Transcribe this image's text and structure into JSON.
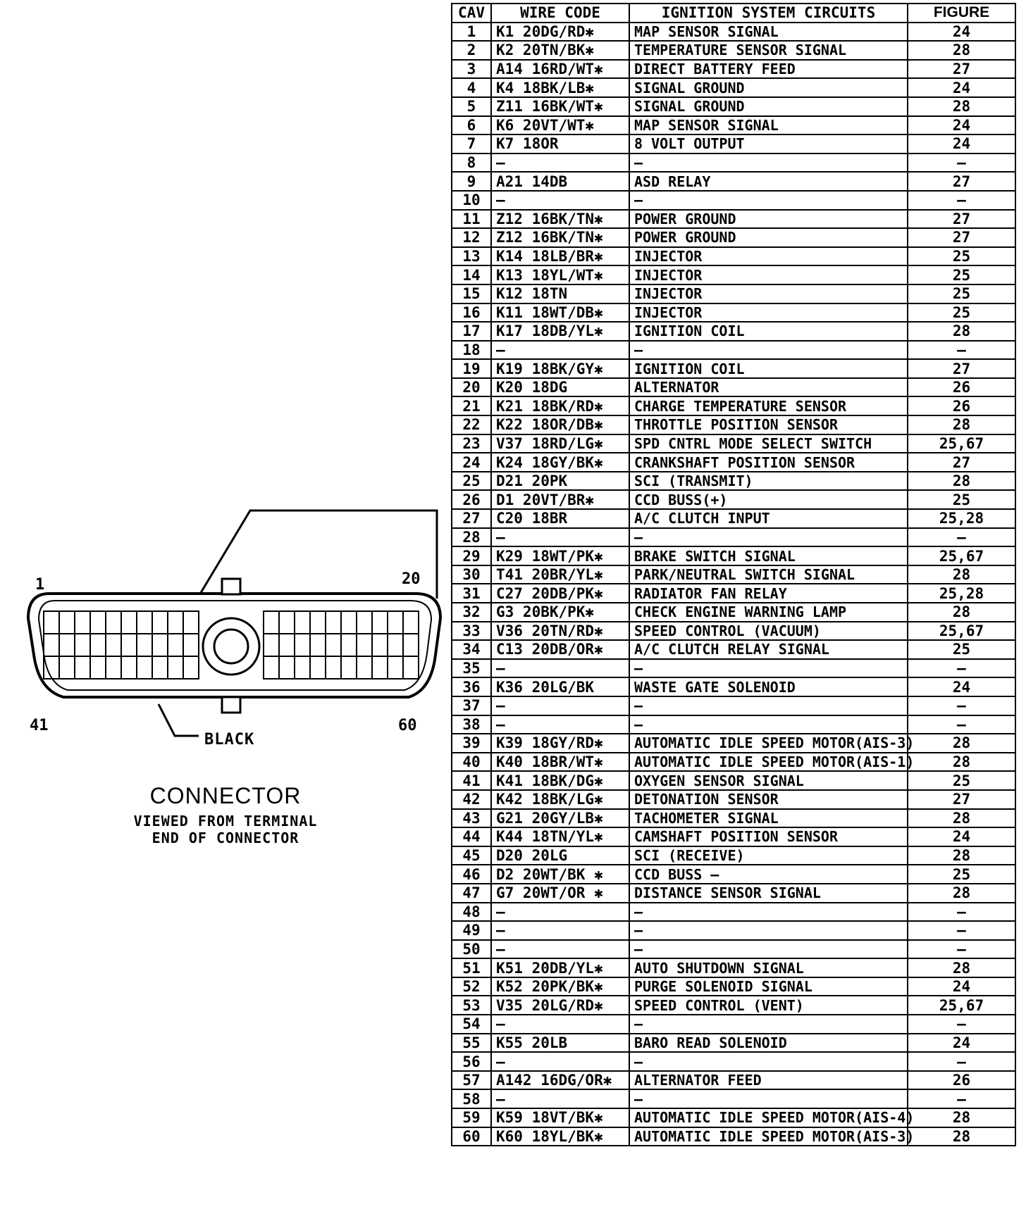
{
  "table": {
    "headers": [
      "CAV",
      "WIRE CODE",
      "IGNITION SYSTEM CIRCUITS",
      "FIGURE"
    ],
    "rows": [
      {
        "cav": "1",
        "wire": "K1 20DG/RD✱",
        "circuit": "MAP SENSOR SIGNAL",
        "figure": "24"
      },
      {
        "cav": "2",
        "wire": "K2 20TN/BK✱",
        "circuit": "TEMPERATURE SENSOR SIGNAL",
        "figure": "28"
      },
      {
        "cav": "3",
        "wire": "A14 16RD/WT✱",
        "circuit": "DIRECT BATTERY FEED",
        "figure": "27"
      },
      {
        "cav": "4",
        "wire": "K4 18BK/LB✱",
        "circuit": "SIGNAL GROUND",
        "figure": "24"
      },
      {
        "cav": "5",
        "wire": "Z11 16BK/WT✱",
        "circuit": "SIGNAL GROUND",
        "figure": "28"
      },
      {
        "cav": "6",
        "wire": "K6 20VT/WT✱",
        "circuit": "MAP SENSOR SIGNAL",
        "figure": "24"
      },
      {
        "cav": "7",
        "wire": "K7 18OR",
        "circuit": "8 VOLT OUTPUT",
        "figure": "24"
      },
      {
        "cav": "8",
        "wire": "—",
        "circuit": "—",
        "figure": "—"
      },
      {
        "cav": "9",
        "wire": "A21 14DB",
        "circuit": "ASD RELAY",
        "figure": "27"
      },
      {
        "cav": "10",
        "wire": "—",
        "circuit": "—",
        "figure": "—"
      },
      {
        "cav": "11",
        "wire": "Z12 16BK/TN✱",
        "circuit": "POWER GROUND",
        "figure": "27"
      },
      {
        "cav": "12",
        "wire": "Z12 16BK/TN✱",
        "circuit": "POWER GROUND",
        "figure": "27"
      },
      {
        "cav": "13",
        "wire": "K14 18LB/BR✱",
        "circuit": "INJECTOR",
        "figure": "25"
      },
      {
        "cav": "14",
        "wire": "K13 18YL/WT✱",
        "circuit": "INJECTOR",
        "figure": "25"
      },
      {
        "cav": "15",
        "wire": "K12 18TN",
        "circuit": "INJECTOR",
        "figure": "25"
      },
      {
        "cav": "16",
        "wire": "K11 18WT/DB✱",
        "circuit": "INJECTOR",
        "figure": "25"
      },
      {
        "cav": "17",
        "wire": "K17 18DB/YL✱",
        "circuit": "IGNITION COIL",
        "figure": "28"
      },
      {
        "cav": "18",
        "wire": "—",
        "circuit": "—",
        "figure": "—"
      },
      {
        "cav": "19",
        "wire": "K19 18BK/GY✱",
        "circuit": "IGNITION COIL",
        "figure": "27"
      },
      {
        "cav": "20",
        "wire": "K20 18DG",
        "circuit": "ALTERNATOR",
        "figure": "26"
      },
      {
        "cav": "21",
        "wire": "K21 18BK/RD✱",
        "circuit": "CHARGE TEMPERATURE SENSOR",
        "figure": "26"
      },
      {
        "cav": "22",
        "wire": "K22 18OR/DB✱",
        "circuit": "THROTTLE POSITION SENSOR",
        "figure": "28"
      },
      {
        "cav": "23",
        "wire": "V37 18RD/LG✱",
        "circuit": "SPD CNTRL MODE SELECT SWITCH",
        "figure": "25,67"
      },
      {
        "cav": "24",
        "wire": "K24 18GY/BK✱",
        "circuit": "CRANKSHAFT POSITION SENSOR",
        "figure": "27"
      },
      {
        "cav": "25",
        "wire": "D21 20PK",
        "circuit": "SCI (TRANSMIT)",
        "figure": "28"
      },
      {
        "cav": "26",
        "wire": "D1 20VT/BR✱",
        "circuit": "CCD BUSS(+)",
        "figure": "25"
      },
      {
        "cav": "27",
        "wire": "C20 18BR",
        "circuit": "A/C CLUTCH INPUT",
        "figure": "25,28"
      },
      {
        "cav": "28",
        "wire": "—",
        "circuit": "—",
        "figure": "—"
      },
      {
        "cav": "29",
        "wire": "K29 18WT/PK✱",
        "circuit": "BRAKE SWITCH SIGNAL",
        "figure": "25,67"
      },
      {
        "cav": "30",
        "wire": "T41 20BR/YL✱",
        "circuit": "PARK/NEUTRAL SWITCH SIGNAL",
        "figure": "28"
      },
      {
        "cav": "31",
        "wire": "C27 20DB/PK✱",
        "circuit": "RADIATOR FAN RELAY",
        "figure": "25,28"
      },
      {
        "cav": "32",
        "wire": "G3 20BK/PK✱",
        "circuit": "CHECK ENGINE WARNING LAMP",
        "figure": "28"
      },
      {
        "cav": "33",
        "wire": "V36 20TN/RD✱",
        "circuit": "SPEED CONTROL (VACUUM)",
        "figure": "25,67"
      },
      {
        "cav": "34",
        "wire": "C13 20DB/OR✱",
        "circuit": "A/C CLUTCH RELAY SIGNAL",
        "figure": "25"
      },
      {
        "cav": "35",
        "wire": "—",
        "circuit": "—",
        "figure": "—"
      },
      {
        "cav": "36",
        "wire": "K36 20LG/BK",
        "circuit": "WASTE GATE SOLENOID",
        "figure": "24"
      },
      {
        "cav": "37",
        "wire": "—",
        "circuit": "—",
        "figure": "—"
      },
      {
        "cav": "38",
        "wire": "—",
        "circuit": "—",
        "figure": "—"
      },
      {
        "cav": "39",
        "wire": "K39 18GY/RD✱",
        "circuit": "AUTOMATIC IDLE SPEED MOTOR(AIS-3)",
        "figure": "28"
      },
      {
        "cav": "40",
        "wire": "K40 18BR/WT✱",
        "circuit": "AUTOMATIC IDLE SPEED MOTOR(AIS-1)",
        "figure": "28"
      },
      {
        "cav": "41",
        "wire": "K41 18BK/DG✱",
        "circuit": "OXYGEN SENSOR SIGNAL",
        "figure": "25"
      },
      {
        "cav": "42",
        "wire": "K42 18BK/LG✱",
        "circuit": "DETONATION SENSOR",
        "figure": "27"
      },
      {
        "cav": "43",
        "wire": "G21 20GY/LB✱",
        "circuit": "TACHOMETER SIGNAL",
        "figure": "28"
      },
      {
        "cav": "44",
        "wire": "K44 18TN/YL✱",
        "circuit": "CAMSHAFT POSITION SENSOR",
        "figure": "24"
      },
      {
        "cav": "45",
        "wire": "D20 20LG",
        "circuit": "SCI (RECEIVE)",
        "figure": "28"
      },
      {
        "cav": "46",
        "wire": "D2 20WT/BK ✱",
        "circuit": "CCD BUSS —",
        "figure": "25"
      },
      {
        "cav": "47",
        "wire": "G7 20WT/OR ✱",
        "circuit": "DISTANCE SENSOR SIGNAL",
        "figure": "28"
      },
      {
        "cav": "48",
        "wire": "—",
        "circuit": "—",
        "figure": "—"
      },
      {
        "cav": "49",
        "wire": "—",
        "circuit": "—",
        "figure": "—"
      },
      {
        "cav": "50",
        "wire": "—",
        "circuit": "—",
        "figure": "—"
      },
      {
        "cav": "51",
        "wire": "K51 20DB/YL✱",
        "circuit": "AUTO SHUTDOWN SIGNAL",
        "figure": "28"
      },
      {
        "cav": "52",
        "wire": "K52 20PK/BK✱",
        "circuit": "PURGE SOLENOID SIGNAL",
        "figure": "24"
      },
      {
        "cav": "53",
        "wire": "V35 20LG/RD✱",
        "circuit": "SPEED CONTROL (VENT)",
        "figure": "25,67"
      },
      {
        "cav": "54",
        "wire": "—",
        "circuit": "—",
        "figure": "—"
      },
      {
        "cav": "55",
        "wire": "K55 20LB",
        "circuit": "BARO READ SOLENOID",
        "figure": "24"
      },
      {
        "cav": "56",
        "wire": "—",
        "circuit": "—",
        "figure": "—"
      },
      {
        "cav": "57",
        "wire": "A142 16DG/OR✱",
        "circuit": "ALTERNATOR FEED",
        "figure": "26"
      },
      {
        "cav": "58",
        "wire": "—",
        "circuit": "—",
        "figure": "—"
      },
      {
        "cav": "59",
        "wire": "K59 18VT/BK✱",
        "circuit": "AUTOMATIC IDLE SPEED MOTOR(AIS-4)",
        "figure": "28"
      },
      {
        "cav": "60",
        "wire": "K60 18YL/BK✱",
        "circuit": "AUTOMATIC IDLE SPEED MOTOR(AIS-3)",
        "figure": "28"
      }
    ]
  },
  "connector": {
    "corner_top_left": "1",
    "corner_top_right": "20",
    "corner_bottom_left": "41",
    "corner_bottom_right": "60",
    "color_callout": "BLACK",
    "title": "CONNECTOR",
    "subtitle_line1": "VIEWED FROM TERMINAL",
    "subtitle_line2": "END OF CONNECTOR"
  }
}
